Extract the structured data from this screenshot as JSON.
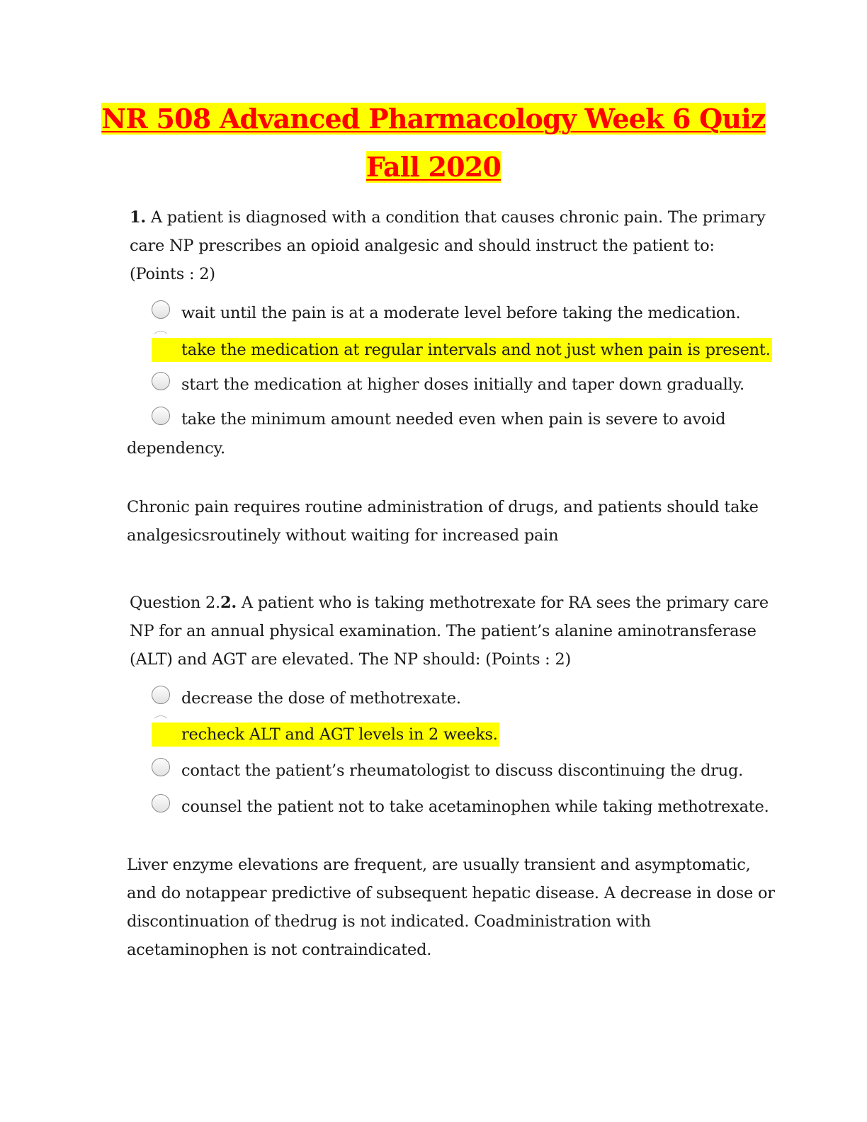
{
  "title": {
    "line1": "NR 508 Advanced Pharmacology Week 6 Quiz",
    "line2": "Fall 2020"
  },
  "questions": [
    {
      "number": "1.",
      "prefix": "",
      "text_lines": [
        " A patient is diagnosed with a condition that causes chronic pain. The primary",
        "care NP prescribes an opioid analgesic and should instruct the patient to:",
        "(Points : 2)"
      ],
      "options": [
        {
          "label": "wait until the pain is at a moderate level before taking the medication.",
          "highlighted": false
        },
        {
          "label": "take the medication at regular intervals and not just when pain is present.",
          "highlighted": true
        },
        {
          "label": "start the medication at higher doses initially and taper down gradually.",
          "highlighted": false
        },
        {
          "label": "take the minimum amount needed even when pain is severe to avoid",
          "continuation": "dependency.",
          "highlighted": false
        }
      ],
      "rationale_lines": [
        "Chronic pain requires routine administration of drugs, and patients should take",
        "analgesicsroutinely without waiting for increased pain"
      ]
    },
    {
      "number": "2.",
      "prefix": "Question 2.",
      "text_lines": [
        " A patient who is taking methotrexate for RA sees the primary care",
        "NP for an annual physical examination. The patient’s alanine aminotransferase",
        "(ALT) and AGT are elevated. The NP should: (Points : 2)"
      ],
      "options": [
        {
          "label": "decrease the dose of methotrexate.",
          "highlighted": false
        },
        {
          "label": "recheck ALT and AGT levels in 2 weeks.",
          "highlighted": true
        },
        {
          "label": "contact the patient’s rheumatologist to discuss discontinuing the drug.",
          "highlighted": false
        },
        {
          "label": "counsel the patient not to take acetaminophen while taking methotrexate.",
          "highlighted": false
        }
      ],
      "rationale_lines": [
        "Liver enzyme elevations are frequent, are usually transient and asymptomatic,",
        "and do notappear predictive of subsequent hepatic disease. A decrease in dose or",
        "discontinuation of thedrug is not indicated. Coadministration with",
        "acetaminophen is not contraindicated."
      ]
    }
  ],
  "colors": {
    "title_text": "#ff0000",
    "highlight": "#ffff00"
  }
}
